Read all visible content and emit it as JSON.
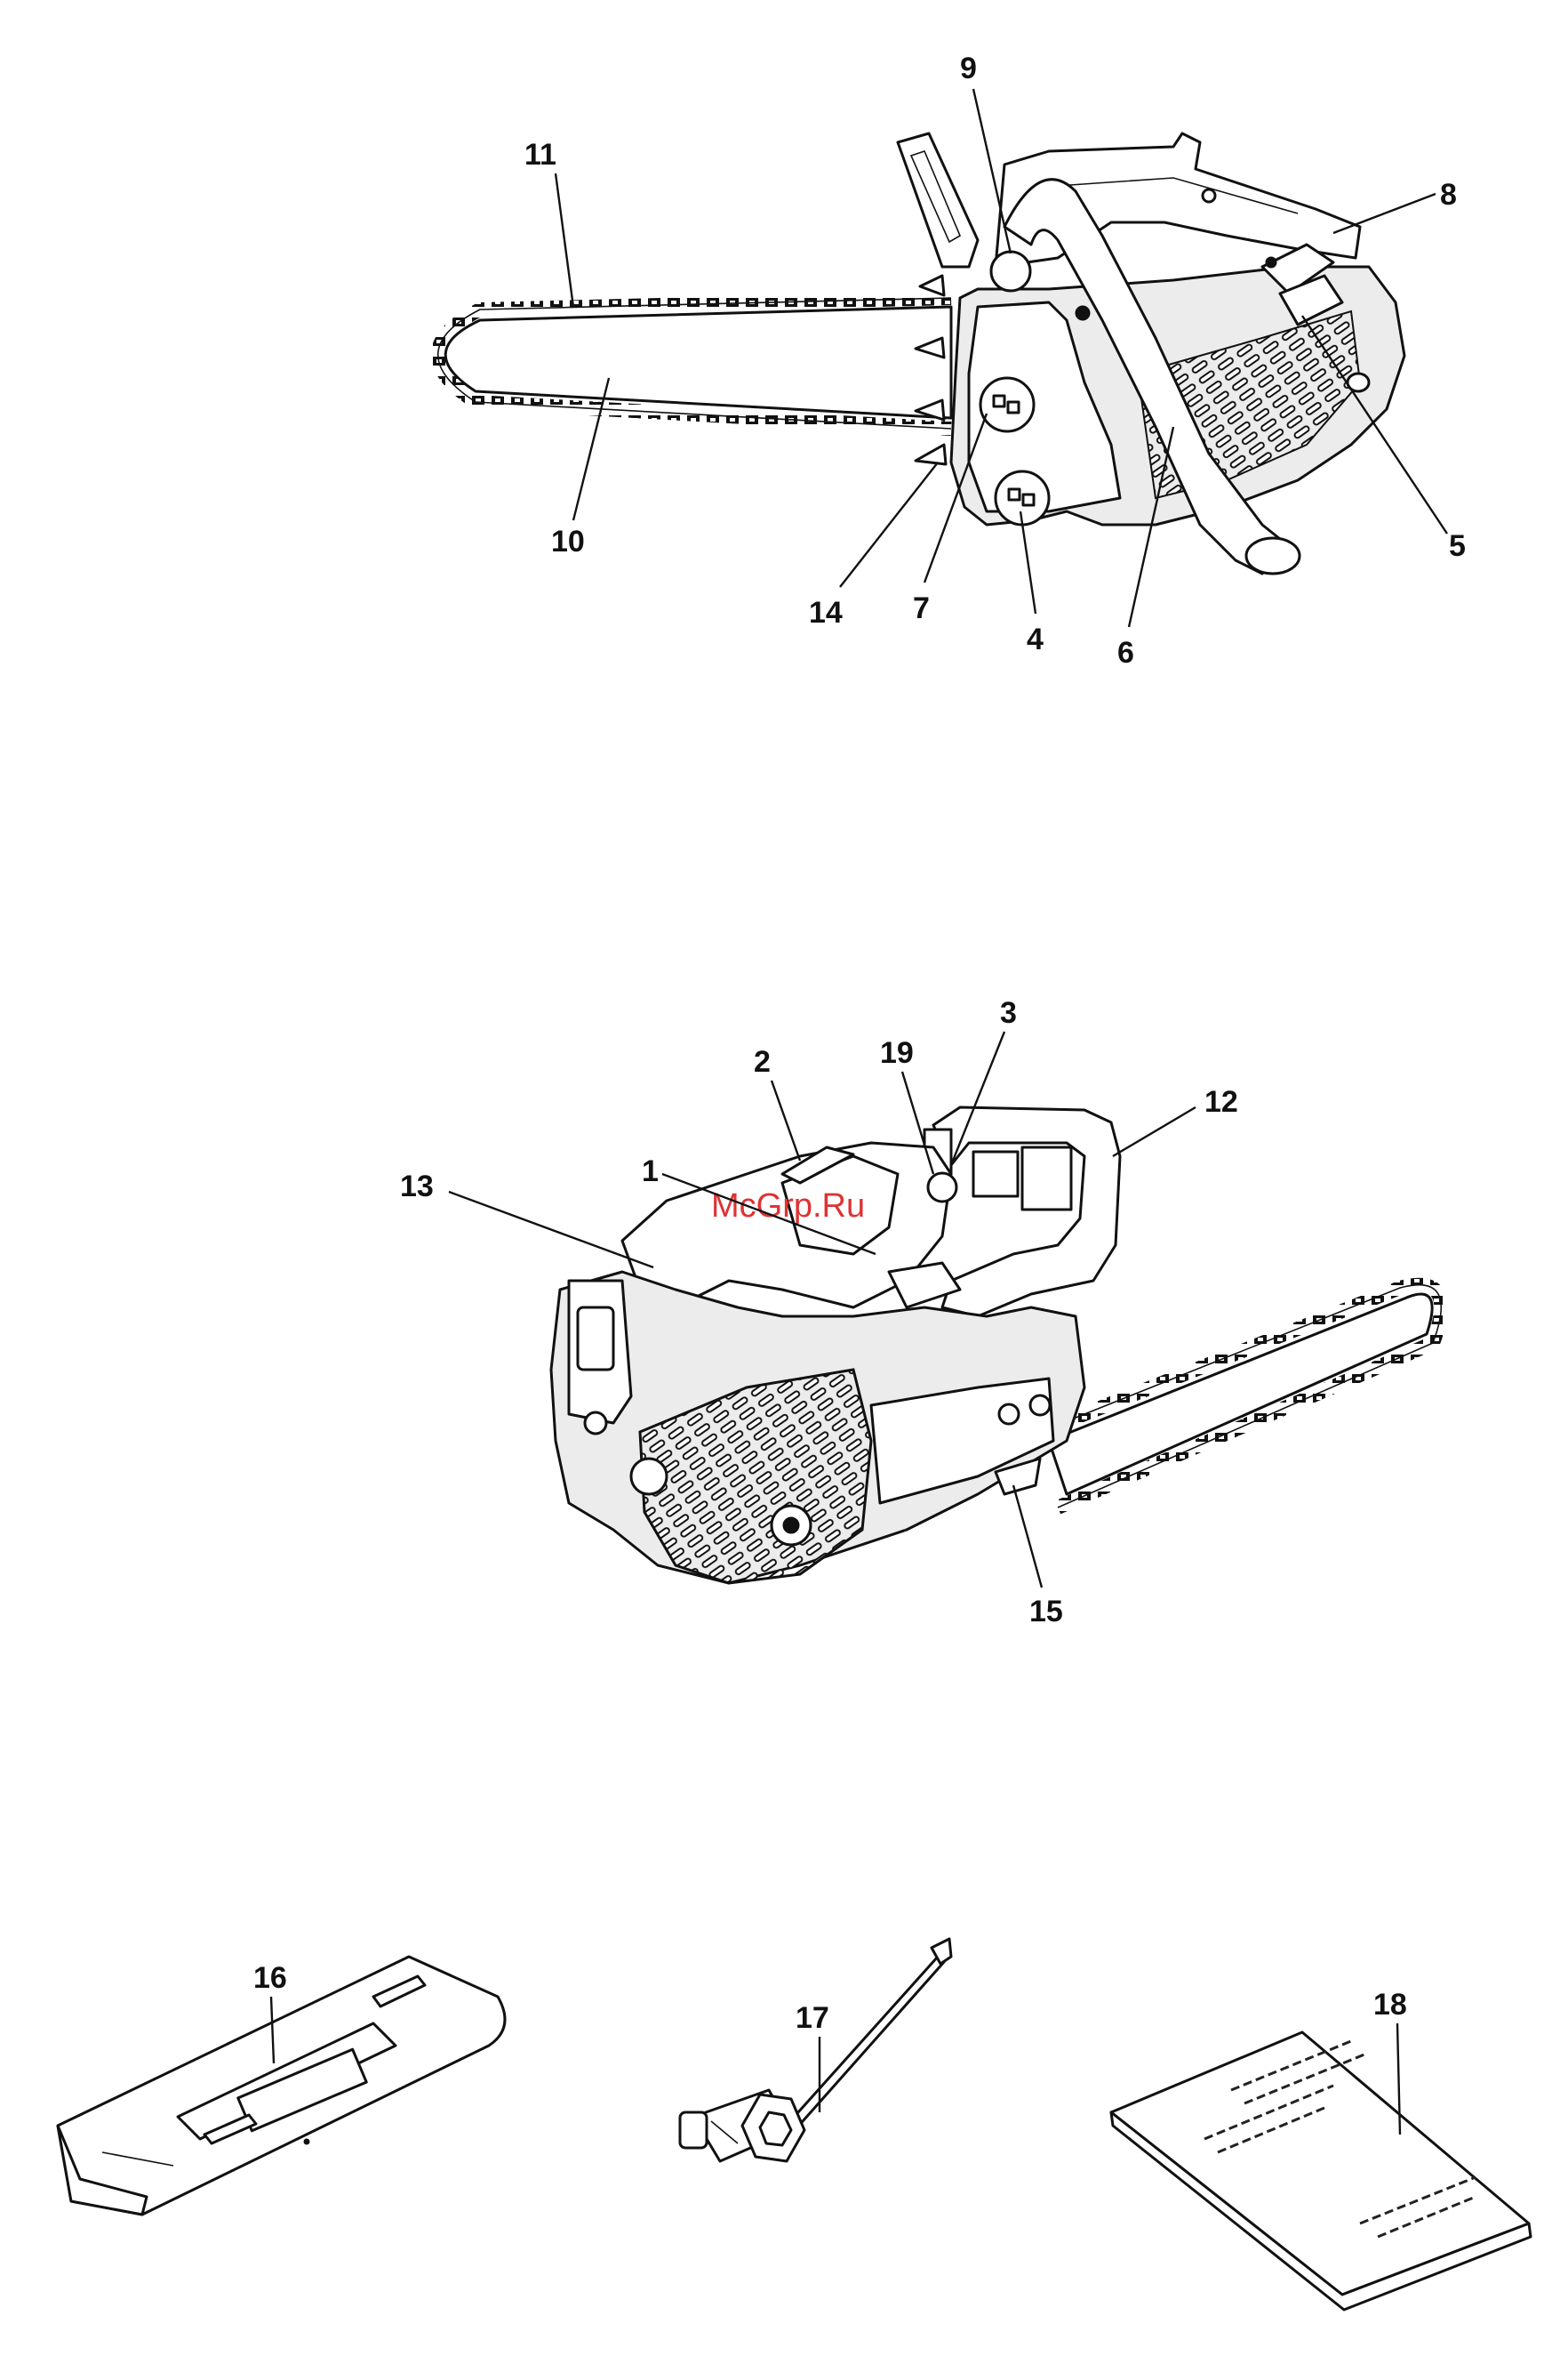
{
  "watermark": "McGrp.Ru",
  "callouts": {
    "top": [
      "9",
      "11",
      "8",
      "10",
      "5",
      "14",
      "7",
      "4",
      "6"
    ],
    "middle": [
      "2",
      "19",
      "3",
      "12",
      "13",
      "1",
      "15"
    ],
    "bottom": [
      "16",
      "17",
      "18"
    ]
  }
}
